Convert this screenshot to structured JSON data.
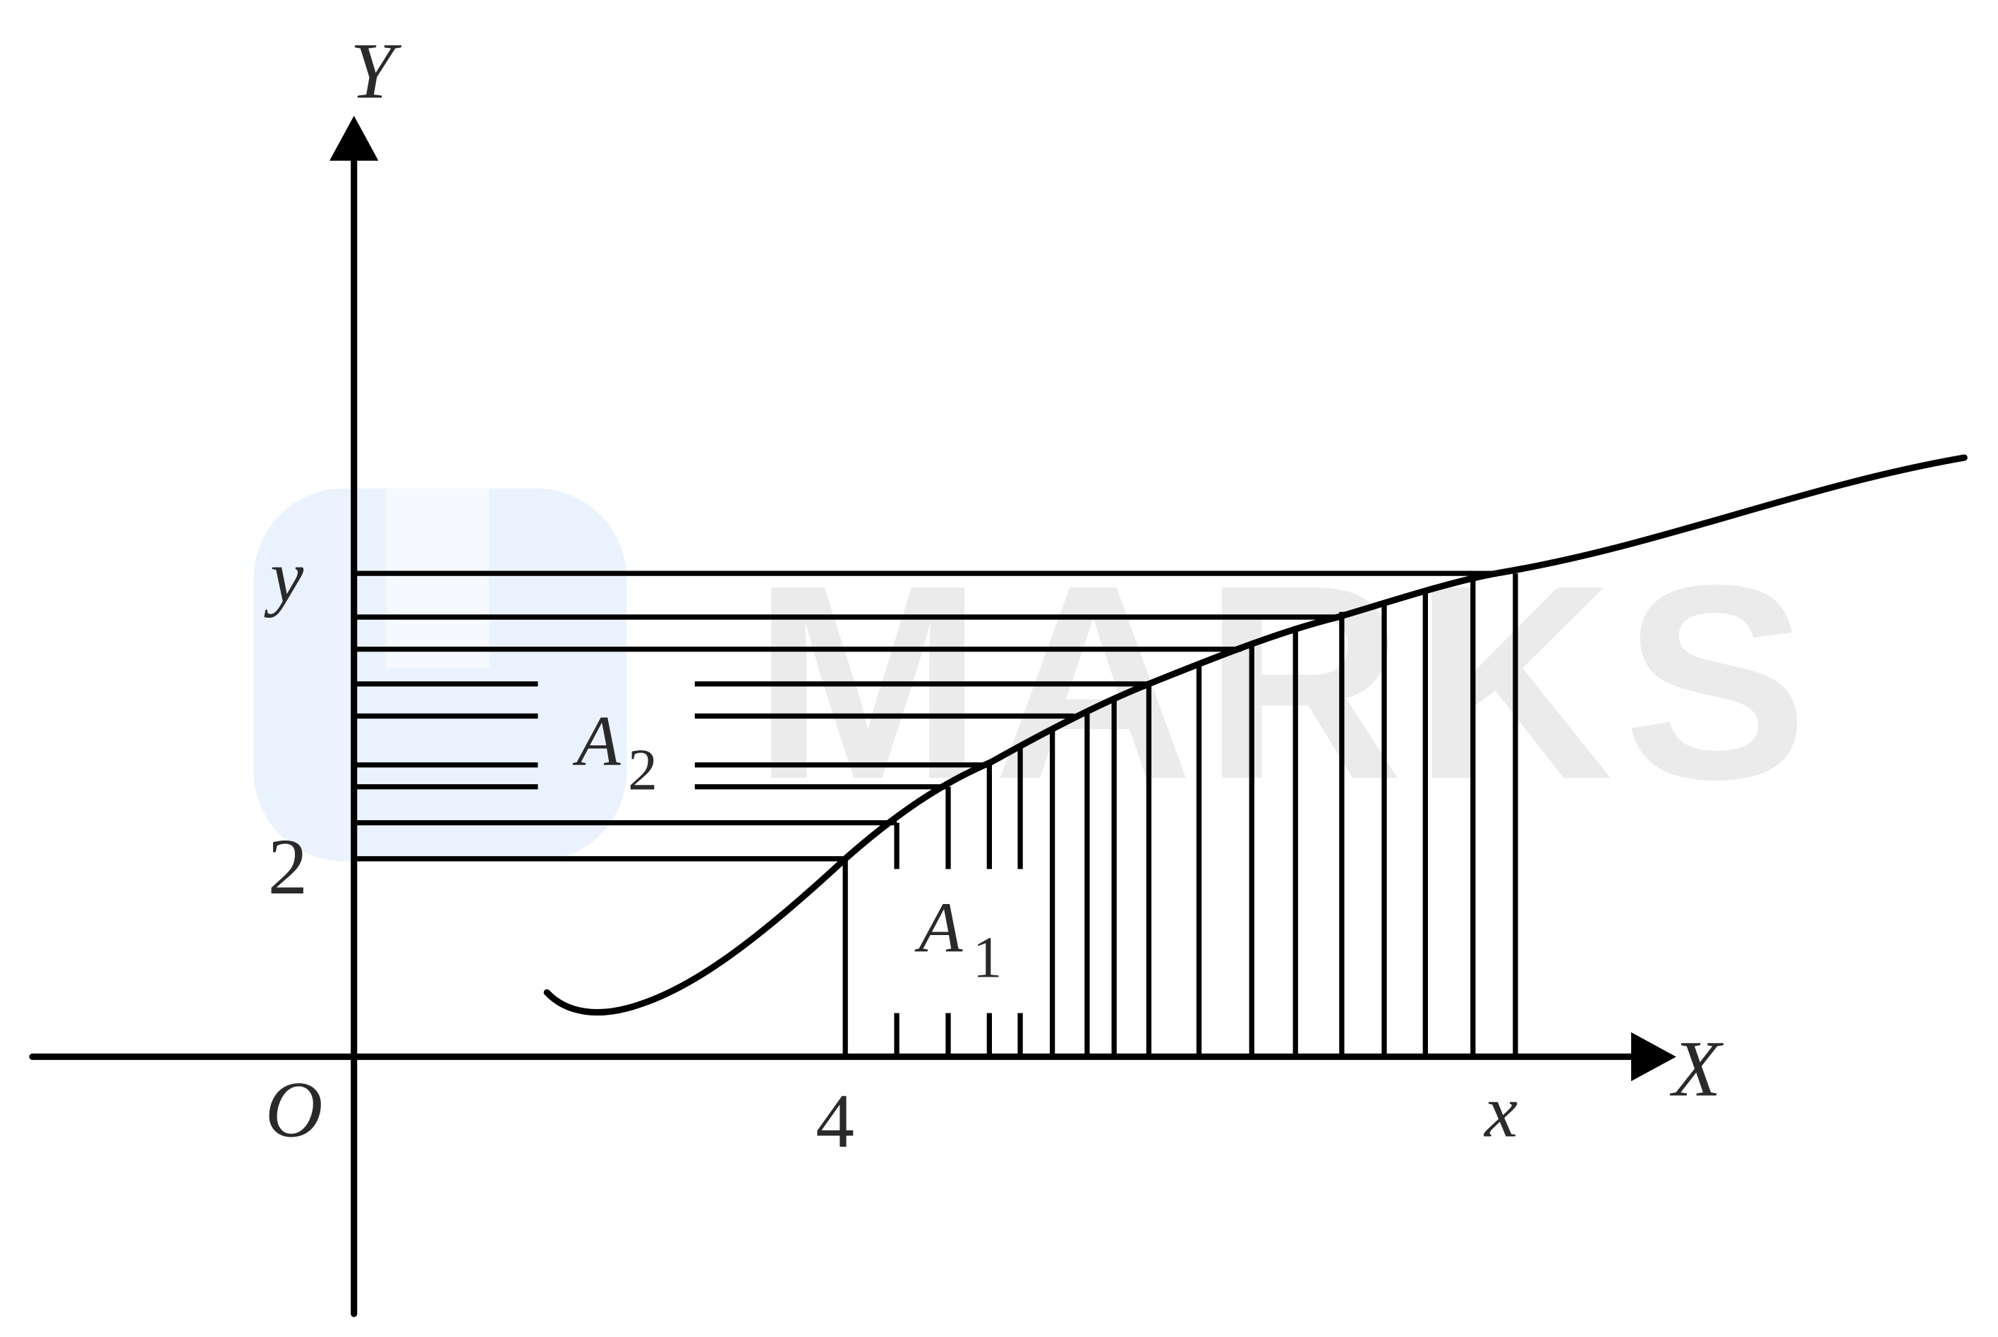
{
  "figure": {
    "description": "Area under a curve between x = 4 and x, and area to the left of the curve between y = 2 and y",
    "axes": {
      "x_label": "X",
      "y_label": "Y",
      "origin_label": "O"
    },
    "ticks": {
      "x_tick_value": "4",
      "x_variable": "x",
      "y_tick_value": "2",
      "y_variable": "y"
    },
    "regions": {
      "a1": {
        "base": "A",
        "subscript": "1",
        "hatch": "vertical"
      },
      "a2": {
        "base": "A",
        "subscript": "2",
        "hatch": "horizontal"
      }
    },
    "watermark": {
      "text": "MARKS",
      "color": "#ebebeb",
      "logo_color": "#eaf3fd"
    },
    "colors": {
      "line": "#000000",
      "text": "#2a2a2a",
      "background": "#ffffff"
    }
  }
}
